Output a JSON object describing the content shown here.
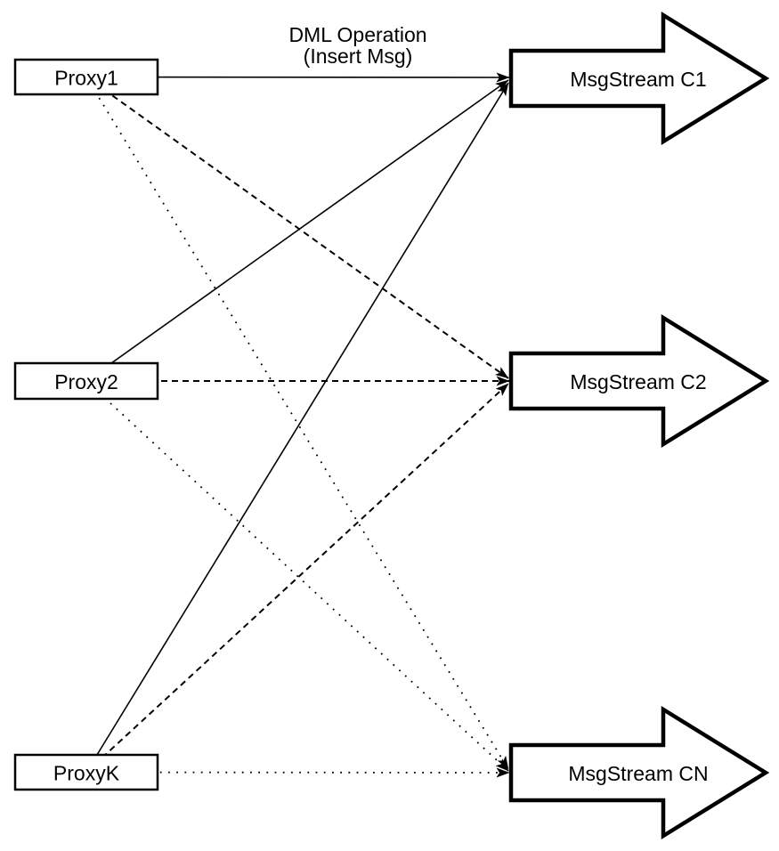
{
  "diagram": {
    "annotation": {
      "line1": "DML Operation",
      "line2": "(Insert Msg)"
    },
    "proxies": [
      {
        "label": "Proxy1"
      },
      {
        "label": "Proxy2"
      },
      {
        "label": "ProxyK"
      }
    ],
    "streams": [
      {
        "label": "MsgStream C1"
      },
      {
        "label": "MsgStream C2"
      },
      {
        "label": "MsgStream CN"
      }
    ],
    "edges": [
      {
        "from": "Proxy1",
        "to": "MsgStream C1",
        "style": "solid",
        "label": "DML Operation (Insert Msg)"
      },
      {
        "from": "Proxy1",
        "to": "MsgStream C2",
        "style": "dashed"
      },
      {
        "from": "Proxy1",
        "to": "MsgStream CN",
        "style": "dotted"
      },
      {
        "from": "Proxy2",
        "to": "MsgStream C1",
        "style": "solid"
      },
      {
        "from": "Proxy2",
        "to": "MsgStream C2",
        "style": "dashed"
      },
      {
        "from": "Proxy2",
        "to": "MsgStream CN",
        "style": "dotted"
      },
      {
        "from": "ProxyK",
        "to": "MsgStream C1",
        "style": "solid"
      },
      {
        "from": "ProxyK",
        "to": "MsgStream C2",
        "style": "dashed"
      },
      {
        "from": "ProxyK",
        "to": "MsgStream CN",
        "style": "dotted"
      }
    ],
    "colors": {
      "stroke": "#000000",
      "shape_fill": "#ffffff",
      "background": "#ffffff"
    }
  }
}
